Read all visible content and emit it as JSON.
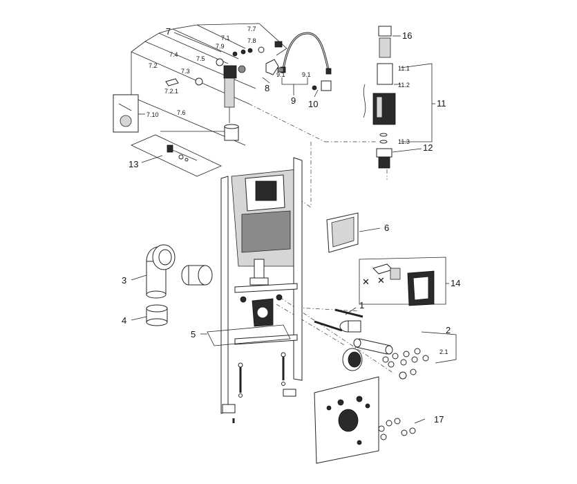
{
  "labels": {
    "l1": "1",
    "l2": "2",
    "l2_1": "2.1",
    "l3": "3",
    "l4": "4",
    "l5": "5",
    "l6": "6",
    "l7": "7",
    "l7_1": "7.1",
    "l7_2": "7.2",
    "l7_2_1": "7.2.1",
    "l7_3": "7.3",
    "l7_4": "7.4",
    "l7_5": "7.5",
    "l7_6": "7.6",
    "l7_7": "7.7",
    "l7_8": "7.8",
    "l7_9": "7.9",
    "l7_10": "7.10",
    "l8": "8",
    "l9": "9",
    "l9_1a": "9.1",
    "l9_1b": "9.1",
    "l10": "10",
    "l11": "11",
    "l11_1": "11.1",
    "l11_2": "11.2",
    "l11_3": "11.3",
    "l12": "12",
    "l13": "13",
    "l14": "14",
    "l16": "16",
    "l17": "17"
  }
}
